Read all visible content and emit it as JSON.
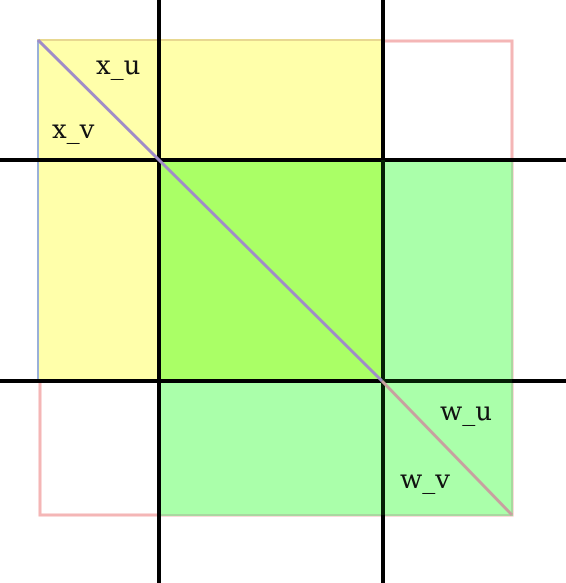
{
  "diagram": {
    "labels": {
      "x_u": "x_u",
      "x_v": "x_v",
      "w_u": "w_u",
      "w_v": "w_v"
    },
    "colors": {
      "yellow_fill": "#ffffaa",
      "yellow_edge": "#e6d27a",
      "green_fill": "#aaffaa",
      "overlap_fill": "#aaff66",
      "outline_pink": "#f4b6b6",
      "grid_line": "#000000",
      "diagonal": "#a08cc8"
    }
  }
}
